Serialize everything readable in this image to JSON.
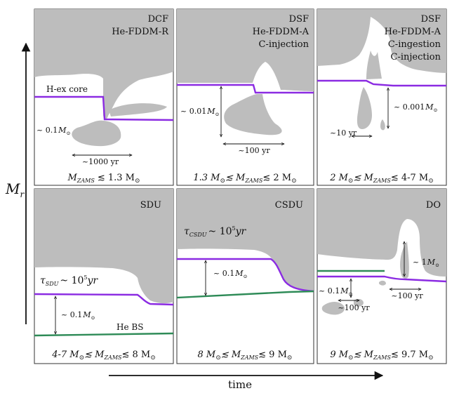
{
  "axes": {
    "y_label": "M",
    "y_label_sub": "r",
    "x_label": "time"
  },
  "colors": {
    "region_fill": "#bdbdbd",
    "h_core_line": "#8b2be2",
    "he_bs_line": "#2e8b57",
    "frame": "#333333",
    "text": "#111111"
  },
  "panels": [
    {
      "id": "DCF",
      "title_lines": [
        "DCF",
        "He-FDDM-R"
      ],
      "annotations": {
        "line_label": "H-ex core",
        "mass": "~ 0.1",
        "mass_unit": "M",
        "time": "~1000 yr"
      },
      "range": [
        "M",
        "ZAMS",
        "≲ 1.3  M"
      ]
    },
    {
      "id": "DSF-1",
      "title_lines": [
        "DSF",
        "He-FDDM-A",
        "C-injection"
      ],
      "annotations": {
        "mass": "~ 0.01",
        "mass_unit": "M",
        "time": "~100 yr"
      },
      "range": [
        "1.3 M",
        "≲ M",
        "ZAMS",
        "≲ 2 M"
      ]
    },
    {
      "id": "DSF-2",
      "title_lines": [
        "DSF",
        "He-FDDM-A",
        "C-ingestion",
        "C-injection"
      ],
      "annotations": {
        "mass": "~ 0.001",
        "mass_unit": "M",
        "time": "~10 yr"
      },
      "range": [
        "2 M",
        "≲ M",
        "ZAMS",
        "≲ 4-7 M"
      ]
    },
    {
      "id": "SDU",
      "title_lines": [
        "SDU"
      ],
      "annotations": {
        "tau": "τ",
        "tau_sub": "SDU",
        "tau_val": "~ 10",
        "tau_exp": "5",
        "tau_unit": "yr",
        "mass": "~ 0.1",
        "mass_unit": "M",
        "line_label": "He BS"
      },
      "range": [
        "4-7 M",
        "≲ M",
        "ZAMS",
        "≲ 8 M"
      ]
    },
    {
      "id": "CSDU",
      "title_lines": [
        "CSDU"
      ],
      "annotations": {
        "tau": "τ",
        "tau_sub": "CSDU",
        "tau_val": "~ 10",
        "tau_exp": "5",
        "tau_unit": "yr",
        "mass": "~ 0.1",
        "mass_unit": "M"
      },
      "range": [
        "8 M",
        "≲ M",
        "ZAMS",
        "≲ 9 M"
      ]
    },
    {
      "id": "DO",
      "title_lines": [
        "DO"
      ],
      "annotations": {
        "mass_big": "~ 1",
        "mass_small": "~ 0.1",
        "mass_unit": "M",
        "time_left": "~100 yr",
        "time_right": "~100 yr"
      },
      "range": [
        "9 M",
        "≲ M",
        "ZAMS",
        "≲ 9.7 M"
      ]
    }
  ]
}
